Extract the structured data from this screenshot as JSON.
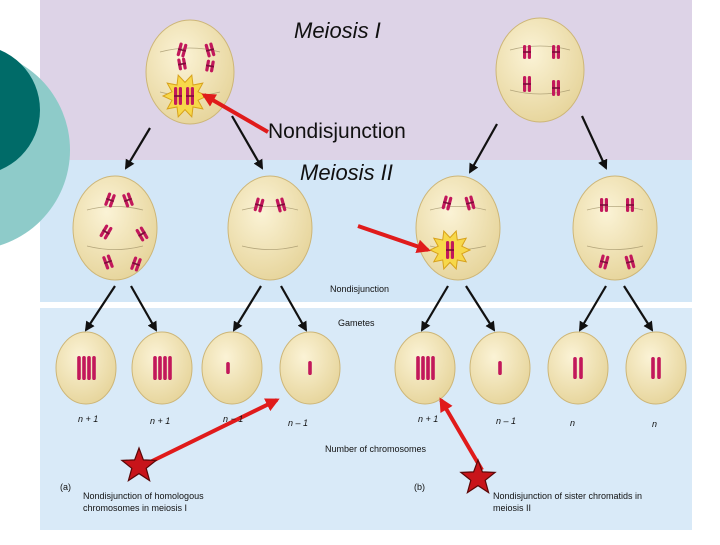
{
  "titles": {
    "meiosis_1": "Meiosis I",
    "nondisjunction_main": "Nondisjunction",
    "meiosis_2": "Meiosis II",
    "nondisjunction_small": "Nondisjunction",
    "gametes": "Gametes",
    "number_of_chromosomes": "Number of chromosomes"
  },
  "gamete_counts": [
    "n + 1",
    "n + 1",
    "n − 1",
    "n – 1",
    "n + 1",
    "n – 1",
    "n",
    "n"
  ],
  "panels": {
    "a_label": "(a)",
    "a_caption": "Nondisjunction of homologous chromosomes in meiosis I",
    "b_label": "(b)",
    "b_caption": "Nondisjunction of sister chromatids in meiosis II"
  },
  "colors": {
    "band_meiosis1": "#ddd3e7",
    "band_meiosis2": "#d3e7f7",
    "band_gametes": "#d9eaf8",
    "cell_fill": "#efe2b4",
    "chromosome": "#c2185b",
    "red_arrow": "#e01b1b",
    "star": "#c8141a",
    "teal_dark": "#006b68",
    "teal_light": "#8ecbc9",
    "burst": "#f7d84a"
  }
}
